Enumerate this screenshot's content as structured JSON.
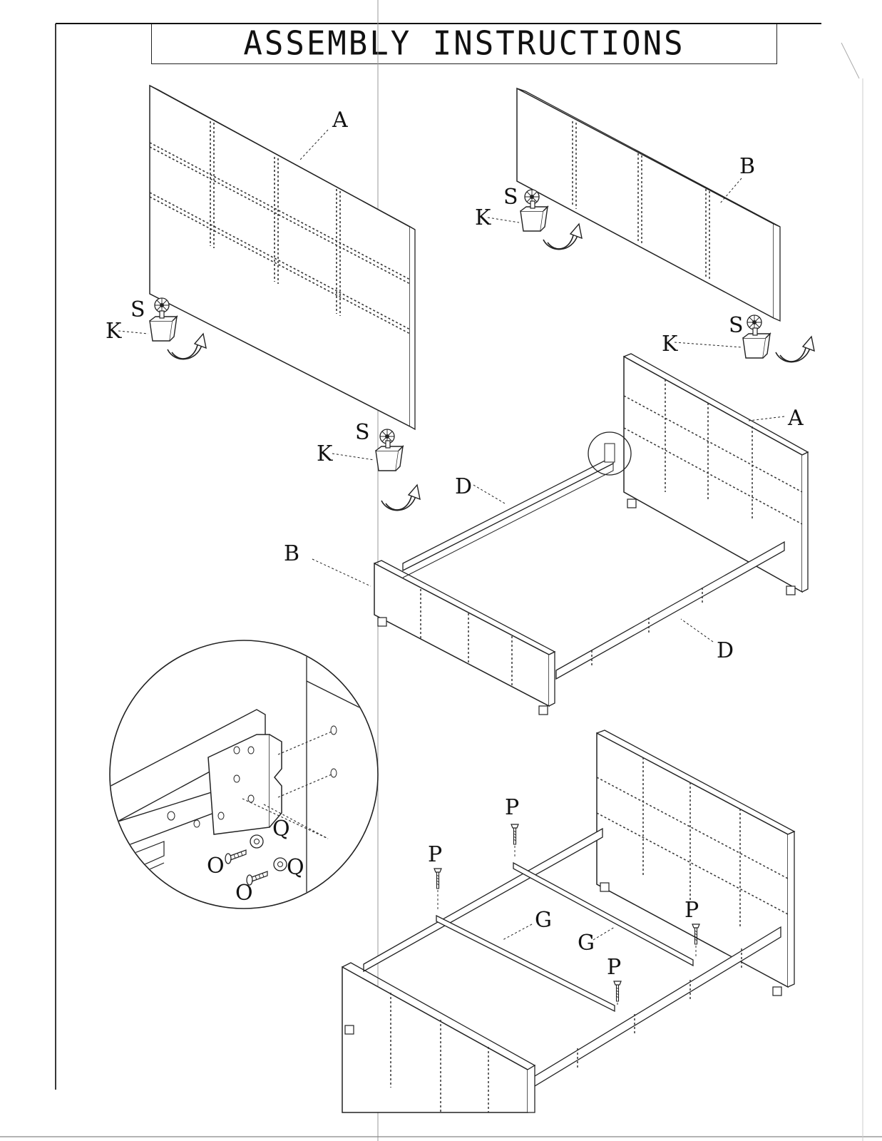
{
  "page": {
    "title": "ASSEMBLY INSTRUCTIONS"
  },
  "parts": {
    "A": "A",
    "B": "B",
    "D": "D",
    "G": "G",
    "K": "K",
    "S": "S",
    "O": "O",
    "P": "P",
    "Q": "Q"
  },
  "colors": {
    "line": "#1a1a1a",
    "paper": "#ffffff",
    "border": "#222222"
  }
}
